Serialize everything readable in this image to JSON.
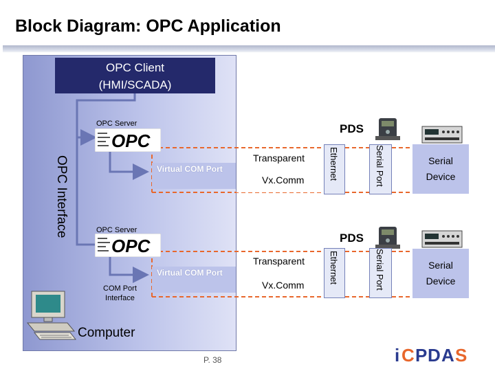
{
  "title": "Block Diagram: OPC Application",
  "opc_client": {
    "line1": "OPC Client",
    "line2": "(HMI/SCADA)"
  },
  "opc_interface_label": "OPC Interface",
  "computer_label": "Computer",
  "com_port_interface": {
    "line1": "COM Port",
    "line2": "Interface"
  },
  "channels": [
    {
      "opc_server_label": "OPC Server",
      "pds_label": "PDS",
      "virtual_com_port": "Virtual COM Port",
      "transparent": "Transparent",
      "vxcomm": "Vx.Comm",
      "ethernet": "Ethernet",
      "serial_port": "Serial Port",
      "serial_device": {
        "line1": "Serial",
        "line2": "Device"
      }
    },
    {
      "opc_server_label": "OPC Server",
      "pds_label": "PDS",
      "virtual_com_port": "Virtual COM Port",
      "transparent": "Transparent",
      "vxcomm": "Vx.Comm",
      "ethernet": "Ethernet",
      "serial_port": "Serial Port",
      "serial_device": {
        "line1": "Serial",
        "line2": "Device"
      }
    }
  ],
  "logo_text": "OPC",
  "brand": "iCPDAS",
  "page_number": "P. 38",
  "colors": {
    "client_box": "#24296b",
    "panel": "#bcc3ea",
    "dashed_line": "#e8672c",
    "arrow": "#6a76b4",
    "brand_blue": "#2a3b8f",
    "brand_orange": "#e8672c"
  }
}
